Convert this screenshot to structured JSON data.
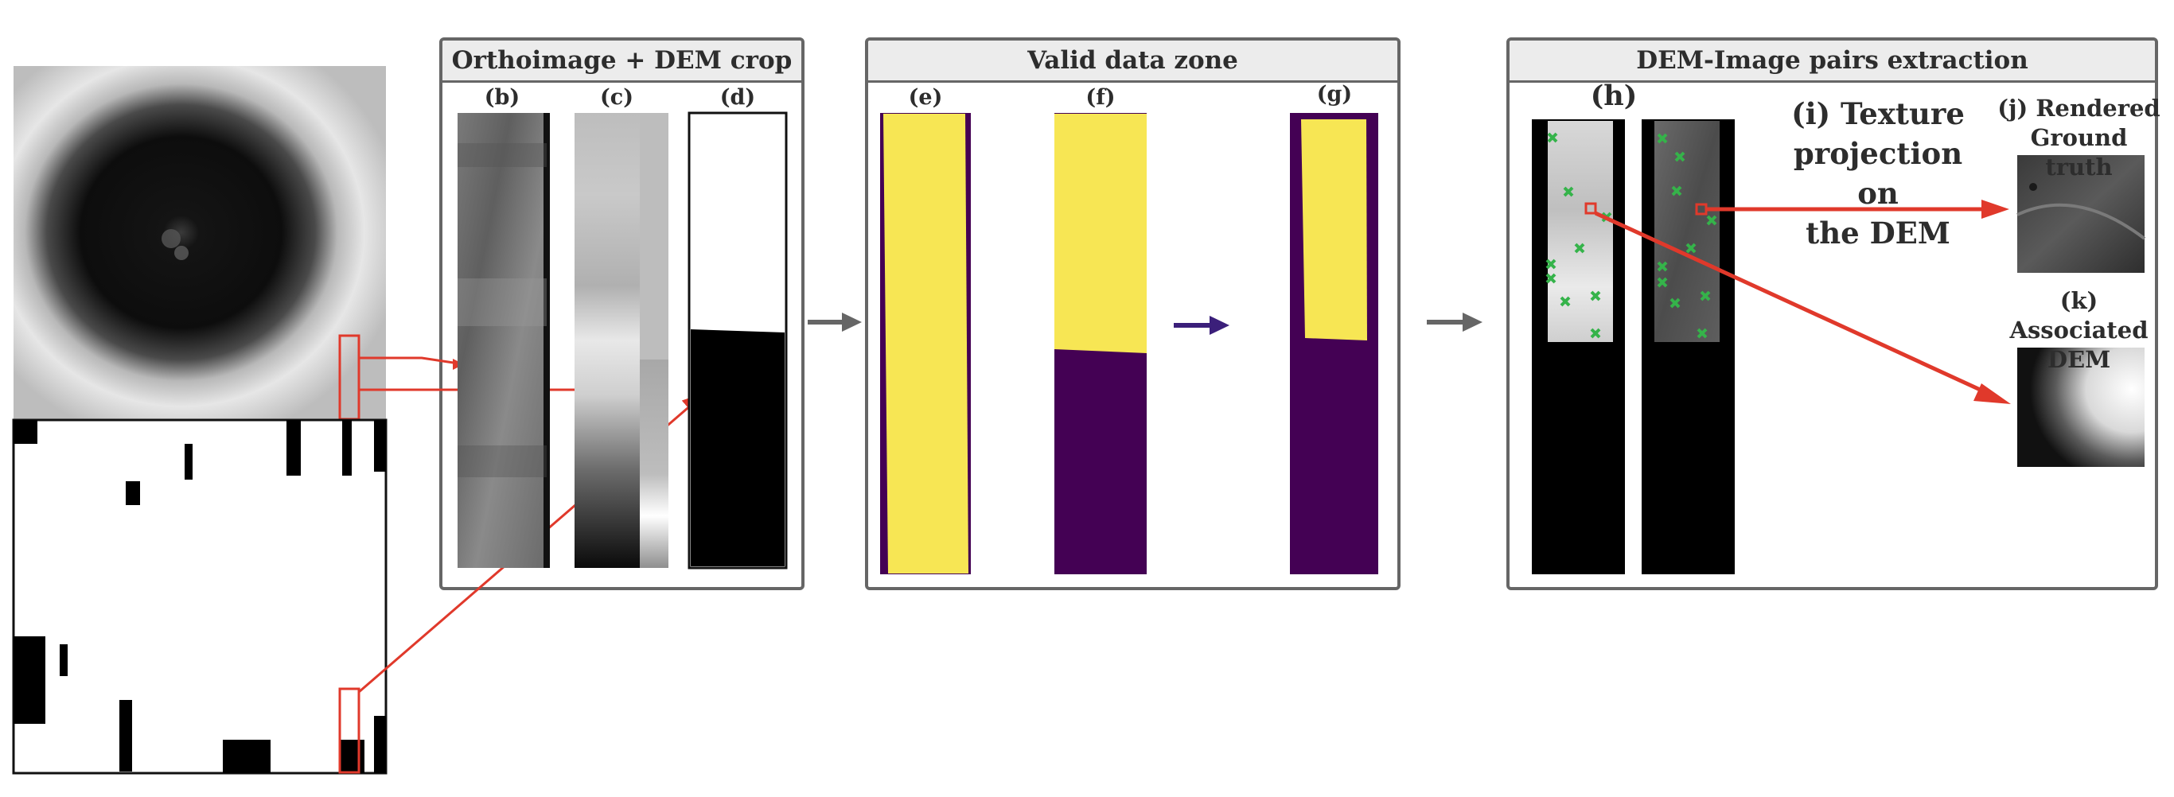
{
  "panels": {
    "ortho": {
      "title": "Orthoimage + DEM crop"
    },
    "valid": {
      "title": "Valid data zone"
    },
    "pairs": {
      "title": "DEM-Image pairs extraction"
    }
  },
  "labels": {
    "b": "(b)",
    "c": "(c)",
    "d": "(d)",
    "e": "(e)",
    "f": "(f)",
    "g": "(g)",
    "h": "(h)",
    "i_line1": "(i) Texture",
    "i_line2": "projection on",
    "i_line3": "the DEM",
    "j_line1": "(j) Rendered",
    "j_line2": "Ground truth",
    "k_line1": "(k) Associated",
    "k_line2": "DEM"
  },
  "colors": {
    "yellow": "#f7e654",
    "purple": "#440154",
    "red": "#e0392b",
    "arrow_gray": "#666666",
    "arrow_purple": "#3b1f7a",
    "marker_green": "#35b34a"
  }
}
